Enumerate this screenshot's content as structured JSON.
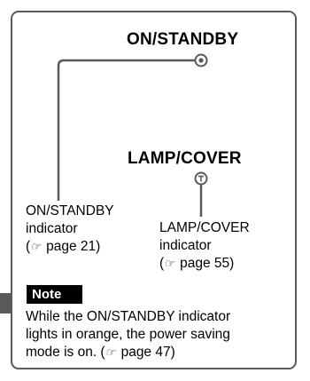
{
  "indicators": {
    "standby_title": "ON/STANDBY",
    "lamp_title": "LAMP/COVER"
  },
  "standby_label": {
    "line1": "ON/STANDBY",
    "line2": "indicator",
    "ref_prefix": "(",
    "ref_icon": "☞",
    "ref_text": " page 21)"
  },
  "lamp_label": {
    "line1": "LAMP/COVER",
    "line2": "indicator",
    "ref_prefix": "(",
    "ref_icon": "☞",
    "ref_text": " page 55)"
  },
  "note": {
    "heading": "Note",
    "line1": "While the ON/STANDBY indicator",
    "line2": "lights in orange, the power saving",
    "line3_text": "mode is on. (",
    "line3_icon": "☞",
    "line3_ref": " page 47)"
  },
  "icons": {
    "standby_led": "indicator-led-icon",
    "lamp_led": "indicator-led-icon",
    "reference": "pointing-hand-icon"
  },
  "colors": {
    "frame": "#5a5a5a",
    "leader_line": "#5a5a5a",
    "note_heading_bg": "#000000",
    "note_heading_text": "#ffffff"
  }
}
